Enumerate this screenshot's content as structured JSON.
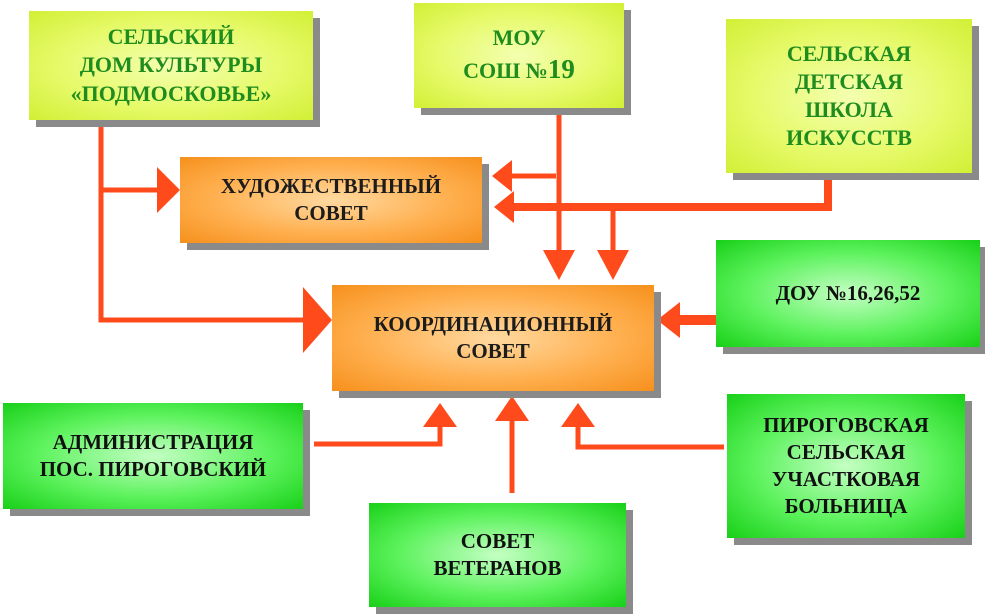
{
  "colors": {
    "arrow": "#ff4a1c",
    "yellow_box": "#e6fa6a",
    "orange_box": "#ffb050",
    "green_box": "#5cf25c",
    "yellow_text": "#1e8c1e"
  },
  "nodes": {
    "house_of_culture": {
      "lines": [
        "СЕЛЬСКИЙ",
        "ДОМ КУЛЬТУРЫ",
        "«ПОДМОСКОВЬЕ»"
      ]
    },
    "school": {
      "lines": [
        "МОУ"
      ],
      "line2_prefix": "СОШ №",
      "line2_number": "19"
    },
    "art_school": {
      "lines": [
        "СЕЛЬСКАЯ",
        "ДЕТСКАЯ",
        "ШКОЛА",
        "ИСКУССТВ"
      ]
    },
    "art_council": {
      "lines": [
        "ХУДОЖЕСТВЕННЫЙ",
        "СОВЕТ"
      ]
    },
    "coordination_council": {
      "lines": [
        "КООРДИНАЦИОННЫЙ",
        "СОВЕТ"
      ]
    },
    "kindergartens": {
      "lines": [
        "ДОУ №16,26,52"
      ]
    },
    "administration": {
      "lines": [
        "АДМИНИСТРАЦИЯ",
        "ПОС. ПИРОГОВСКИЙ"
      ]
    },
    "hospital": {
      "lines": [
        "ПИРОГОВСКАЯ",
        "СЕЛЬСКАЯ",
        "УЧАСТКОВАЯ",
        "БОЛЬНИЦА"
      ]
    },
    "veterans": {
      "lines": [
        "СОВЕТ",
        "ВЕТЕРАНОВ"
      ]
    }
  }
}
